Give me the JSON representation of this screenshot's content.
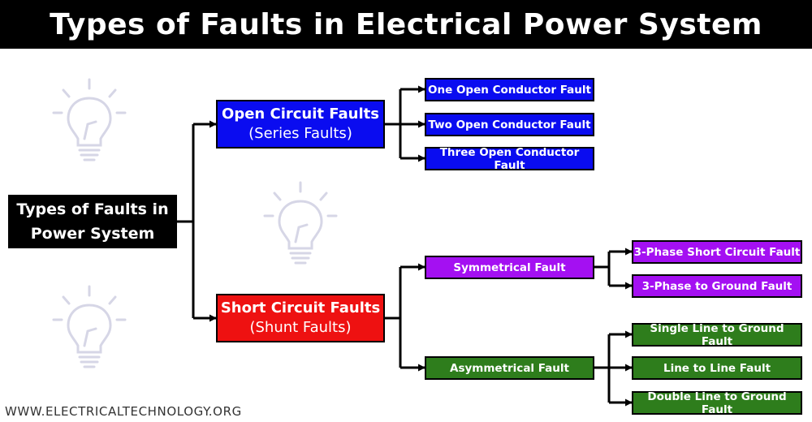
{
  "title": "Types of Faults in Electrical Power System",
  "root": {
    "line1": "Types of Faults in",
    "line2": "Power System"
  },
  "open_circuit": {
    "label": "Open Circuit Faults",
    "sub": "(Series Faults)",
    "children": [
      "One Open Conductor Fault",
      "Two Open Conductor Fault",
      "Three Open Conductor Fault"
    ]
  },
  "short_circuit": {
    "label": "Short Circuit Faults",
    "sub": "(Shunt Faults)",
    "symmetrical": {
      "label": "Symmetrical Fault",
      "children": [
        "3-Phase Short Circuit Fault",
        "3-Phase to Ground Fault"
      ]
    },
    "asymmetrical": {
      "label": "Asymmetrical Fault",
      "children": [
        "Single Line to Ground Fault",
        "Line to Line Fault",
        "Double Line to Ground Fault"
      ]
    }
  },
  "footer": "WWW.ELECTRICALTECHNOLOGY.ORG",
  "colors": {
    "open_circuit": "#0a0cf0",
    "short_circuit": "#ee1111",
    "symmetrical": "#a410f2",
    "asymmetrical": "#2e7d1c",
    "root": "#000000"
  },
  "icons": [
    "light-bulb-icon",
    "light-bulb-icon",
    "light-bulb-icon"
  ]
}
